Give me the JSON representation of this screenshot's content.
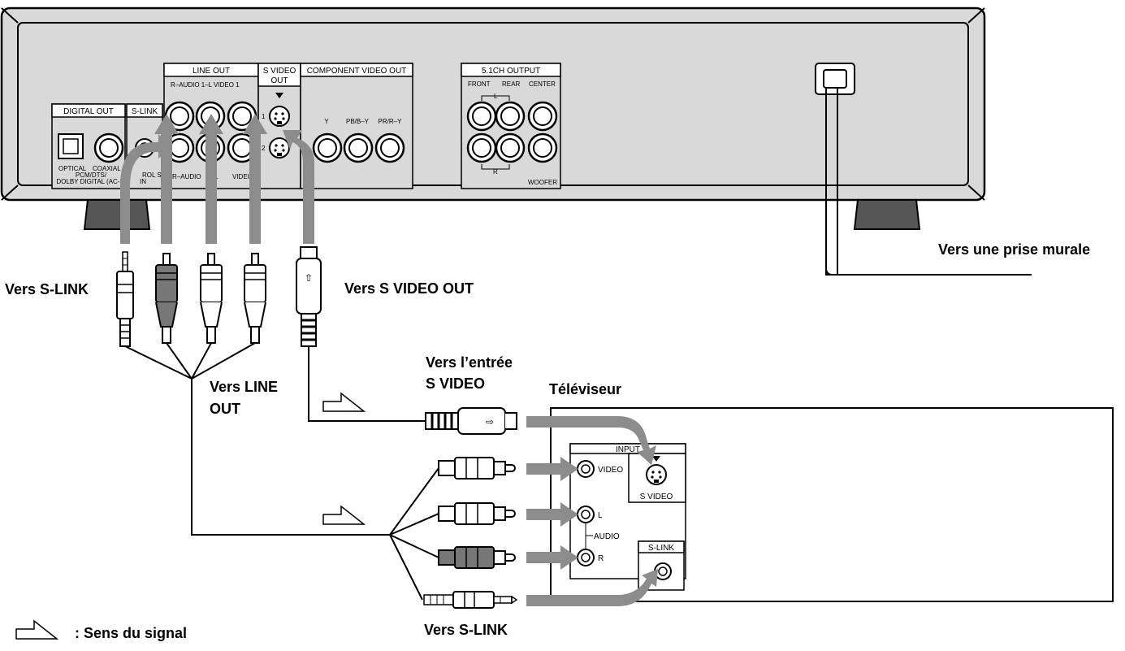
{
  "player": {
    "digital_out": {
      "title": "DIGITAL OUT",
      "optical": "OPTICAL",
      "coaxial": "COAXIAL",
      "format1": "PCM/DTS/",
      "format2": "DOLBY DIGITAL (AC-3)"
    },
    "slink": {
      "title": "S-LINK",
      "control": "ROL S",
      "in": "IN"
    },
    "line_out": {
      "title": "LINE OUT",
      "sub": "R–AUDIO 1–L   VIDEO 1",
      "sub2_a": "R–AUDIO",
      "sub2_b": "L",
      "sub2_c": "VIDEO"
    },
    "svideo_out": {
      "title1": "S VIDEO",
      "title2": "OUT",
      "n1": "1",
      "n2": "2"
    },
    "component": {
      "title": "COMPONENT VIDEO OUT",
      "y": "Y",
      "pb": "PB/B–Y",
      "pr": "PR/R–Y"
    },
    "ch51": {
      "title": "5.1CH OUTPUT",
      "front": "FRONT",
      "rear": "REAR",
      "center": "CENTER",
      "l": "L",
      "r": "R",
      "woofer": "WOOFER"
    }
  },
  "captions": {
    "to_slink": "Vers S-LINK",
    "to_svideo_out": "Vers S VIDEO OUT",
    "to_line_out_1": "Vers LINE",
    "to_line_out_2": "OUT",
    "to_svideo_in_1": "Vers l’entrée",
    "to_svideo_in_2": "S VIDEO",
    "tv": "Téléviseur",
    "to_wall": "Vers une prise murale",
    "to_slink_tv": "Vers S-LINK",
    "legend": ": Sens du signal"
  },
  "tv_panel": {
    "input": "INPUT",
    "video": "VIDEO",
    "l": "L",
    "audio": "AUDIO",
    "r": "R",
    "svideo": "S VIDEO",
    "slink": "S-LINK"
  },
  "colors": {
    "arrow": "#8c8c8c",
    "panel": "#d9d9d9",
    "line": "#000000"
  }
}
